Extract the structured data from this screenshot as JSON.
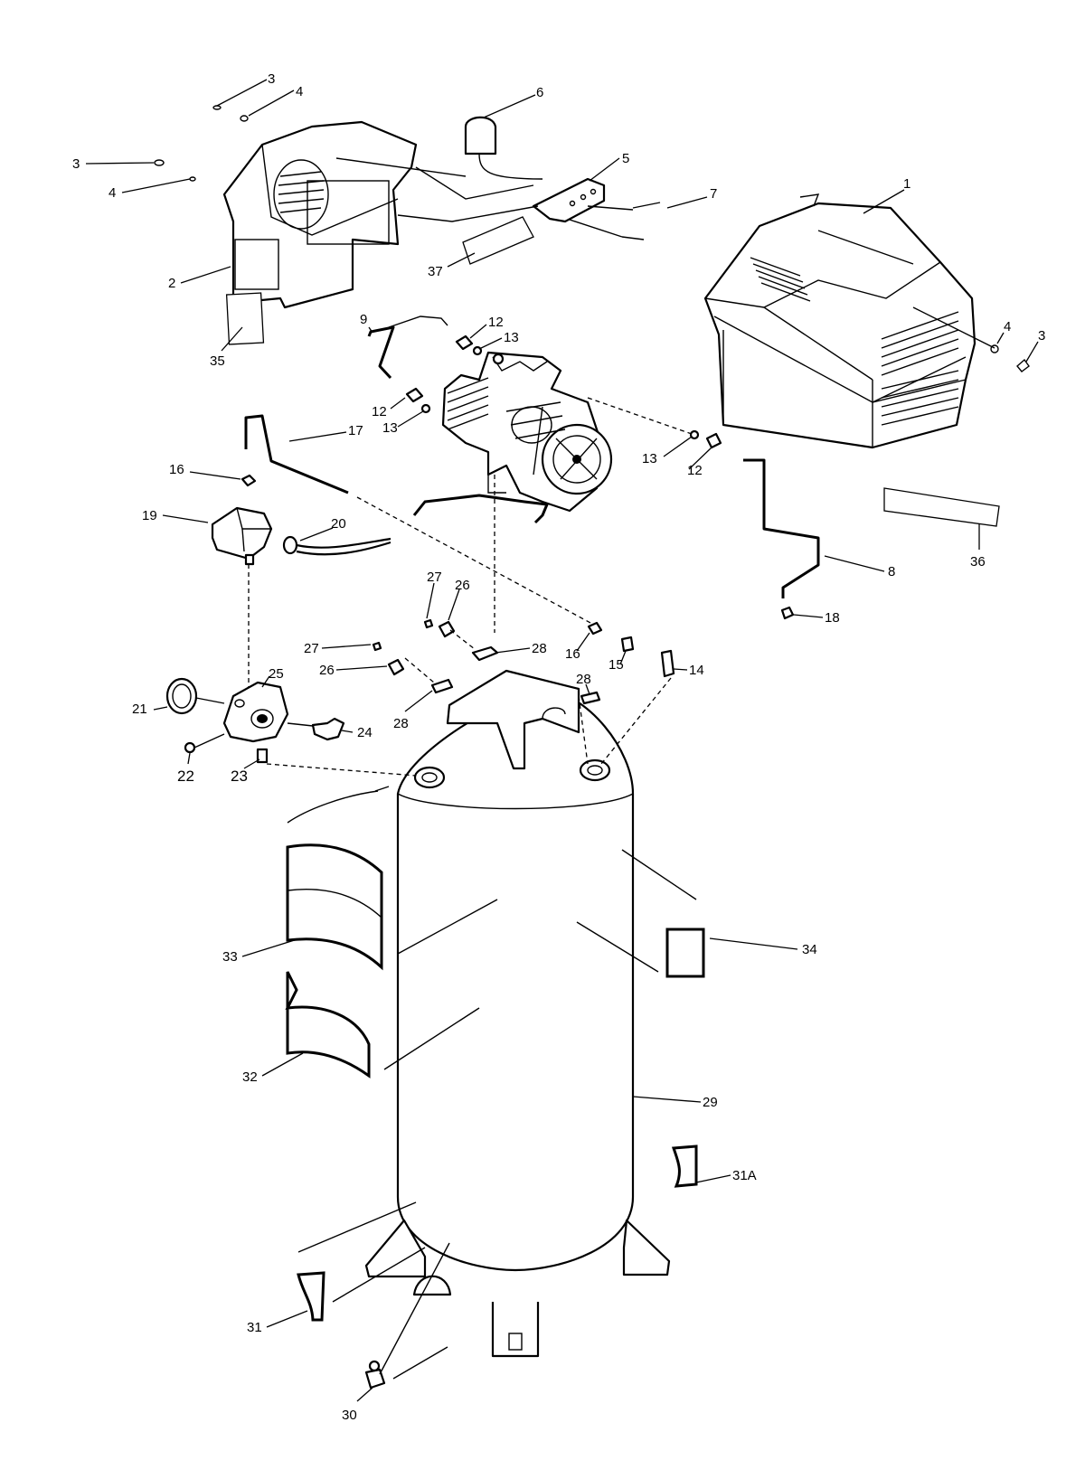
{
  "callouts": [
    {
      "id": "c1",
      "text": "1"
    },
    {
      "id": "c2",
      "text": "2"
    },
    {
      "id": "c3a",
      "text": "3"
    },
    {
      "id": "c3b",
      "text": "3"
    },
    {
      "id": "c3c",
      "text": "3"
    },
    {
      "id": "c4a",
      "text": "4"
    },
    {
      "id": "c4b",
      "text": "4"
    },
    {
      "id": "c4c",
      "text": "4"
    },
    {
      "id": "c5",
      "text": "5"
    },
    {
      "id": "c6",
      "text": "6"
    },
    {
      "id": "c7",
      "text": "7"
    },
    {
      "id": "c8",
      "text": "8"
    },
    {
      "id": "c9",
      "text": "9"
    },
    {
      "id": "c12a",
      "text": "12"
    },
    {
      "id": "c12b",
      "text": "12"
    },
    {
      "id": "c12c",
      "text": "12"
    },
    {
      "id": "c13a",
      "text": "13"
    },
    {
      "id": "c13b",
      "text": "13"
    },
    {
      "id": "c13c",
      "text": "13"
    },
    {
      "id": "c14",
      "text": "14"
    },
    {
      "id": "c15",
      "text": "15"
    },
    {
      "id": "c16a",
      "text": "16"
    },
    {
      "id": "c16b",
      "text": "16"
    },
    {
      "id": "c17",
      "text": "17"
    },
    {
      "id": "c18",
      "text": "18"
    },
    {
      "id": "c19",
      "text": "19"
    },
    {
      "id": "c20",
      "text": "20"
    },
    {
      "id": "c21",
      "text": "21"
    },
    {
      "id": "c22",
      "text": "22"
    },
    {
      "id": "c23",
      "text": "23"
    },
    {
      "id": "c24",
      "text": "24"
    },
    {
      "id": "c25",
      "text": "25"
    },
    {
      "id": "c26a",
      "text": "26"
    },
    {
      "id": "c26b",
      "text": "26"
    },
    {
      "id": "c27a",
      "text": "27"
    },
    {
      "id": "c27b",
      "text": "27"
    },
    {
      "id": "c28a",
      "text": "28"
    },
    {
      "id": "c28b",
      "text": "28"
    },
    {
      "id": "c28c",
      "text": "28"
    },
    {
      "id": "c29",
      "text": "29"
    },
    {
      "id": "c30",
      "text": "30"
    },
    {
      "id": "c31",
      "text": "31"
    },
    {
      "id": "c31A",
      "text": "31A"
    },
    {
      "id": "c32",
      "text": "32"
    },
    {
      "id": "c33",
      "text": "33"
    },
    {
      "id": "c34",
      "text": "34"
    },
    {
      "id": "c35",
      "text": "35"
    },
    {
      "id": "c36",
      "text": "36"
    },
    {
      "id": "c37",
      "text": "37"
    }
  ],
  "colors": {
    "ink": "#000000",
    "paper": "#ffffff"
  }
}
